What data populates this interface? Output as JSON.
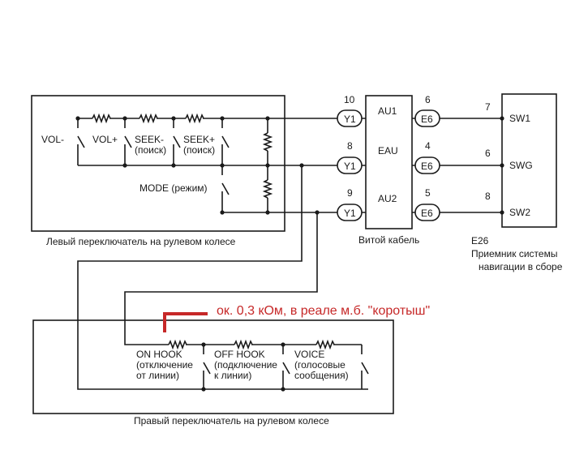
{
  "left_switch": {
    "caption": "Левый переключатель на рулевом колесе",
    "vol_minus": "VOL-",
    "vol_plus": "VOL+",
    "seek_minus": "SEEK-",
    "seek_minus_ru": "(поиск)",
    "seek_plus": "SEEK+",
    "seek_plus_ru": "(поиск)",
    "mode": "MODE (режим)"
  },
  "cable": {
    "caption": "Витой кабель",
    "au1": "AU1",
    "eau": "EAU",
    "au2": "AU2",
    "left_connector": "Y1",
    "right_connector": "E6",
    "left_pins": [
      "10",
      "8",
      "9"
    ],
    "right_pins": [
      "6",
      "4",
      "5"
    ]
  },
  "receiver": {
    "code": "E26",
    "caption_line1": "Приемник системы",
    "caption_line2": "навигации в сборе",
    "pins": [
      "7",
      "6",
      "8"
    ],
    "terminals": [
      "SW1",
      "SWG",
      "SW2"
    ]
  },
  "right_switch": {
    "caption": "Правый переключатель на рулевом колесе",
    "on_hook": [
      "ON HOOK",
      "(отключение",
      "от линии)"
    ],
    "off_hook": [
      "OFF HOOK",
      "(подключение",
      "к линии)"
    ],
    "voice": [
      "VOICE",
      "(голосовые",
      "сообщения)"
    ]
  },
  "annotation": {
    "text": "ок. 0,3 кОм, в реале м.б. \"коротыш\"",
    "color": "#c62828"
  }
}
